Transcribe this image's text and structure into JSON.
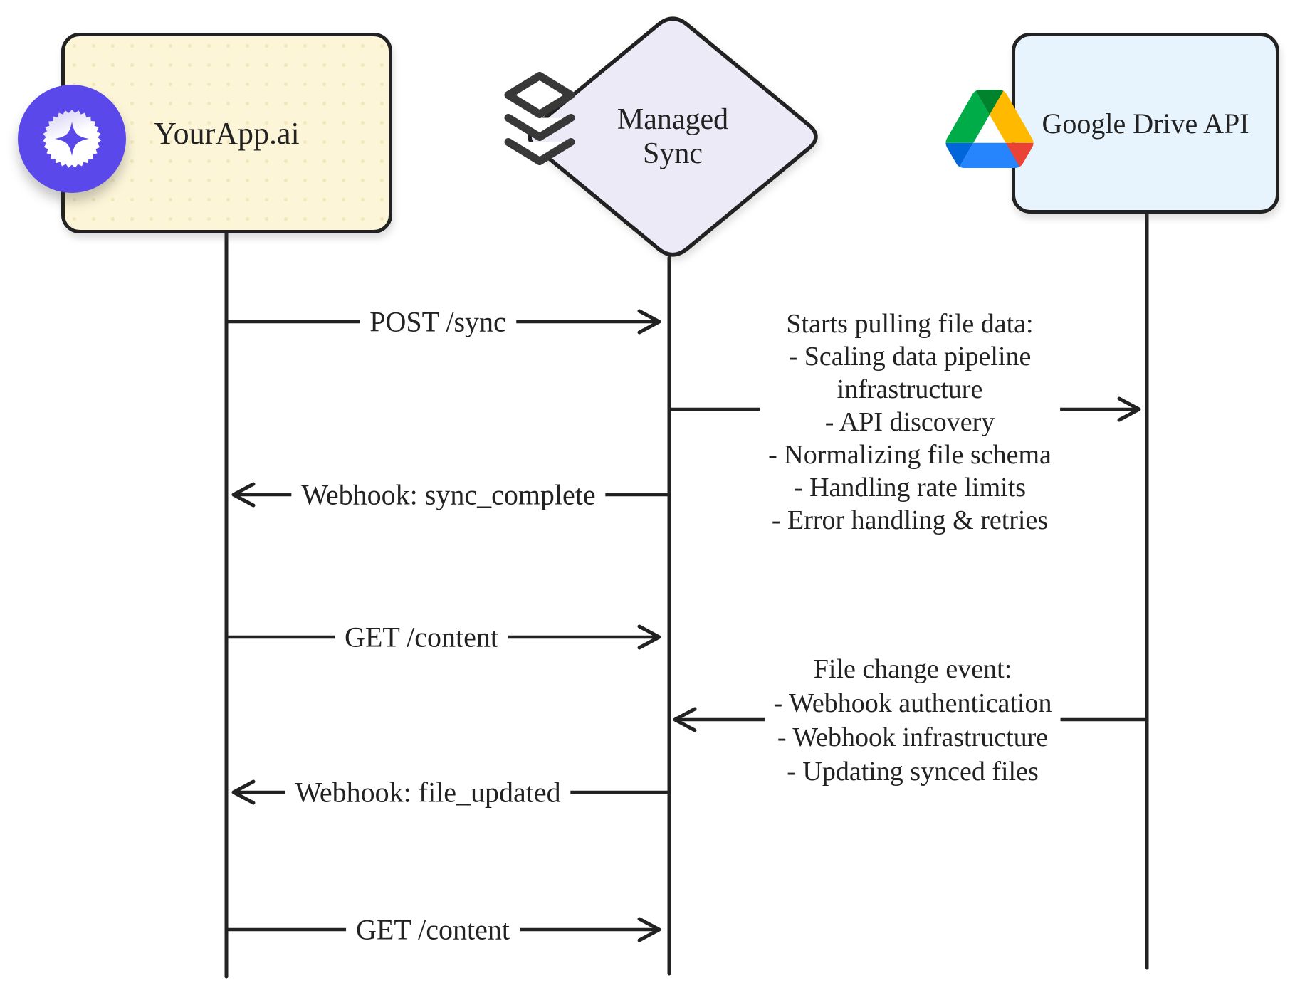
{
  "actors": {
    "yourapp": {
      "label": "YourApp.ai",
      "icon": "sparkle-badge-icon"
    },
    "managed_sync": {
      "label": "Managed Sync",
      "label_lines": [
        "Managed",
        "Sync"
      ],
      "icon": "database-stack-icon"
    },
    "google_drive": {
      "label": "Google Drive API",
      "icon": "google-drive-icon"
    }
  },
  "messages": [
    {
      "from": "yourapp",
      "to": "managed_sync",
      "direction": "right",
      "label": "POST /sync"
    },
    {
      "from": "managed_sync",
      "to": "yourapp",
      "direction": "left",
      "label": "Webhook: sync_complete"
    },
    {
      "from": "yourapp",
      "to": "managed_sync",
      "direction": "right",
      "label": "GET /content"
    },
    {
      "from": "managed_sync",
      "to": "yourapp",
      "direction": "left",
      "label": "Webhook: file_updated"
    },
    {
      "from": "yourapp",
      "to": "managed_sync",
      "direction": "right",
      "label": "GET /content"
    }
  ],
  "unlabeled_arrows": [
    {
      "from": "managed_sync",
      "to": "google_drive",
      "direction": "right"
    },
    {
      "from": "google_drive",
      "to": "managed_sync",
      "direction": "left"
    }
  ],
  "notes": [
    {
      "beside": "managed_sync-to-google_drive",
      "lines": [
        "Starts pulling file data:",
        "- Scaling data pipeline",
        "infrastructure",
        "- API discovery",
        "- Normalizing file schema",
        "- Handling rate limits",
        "- Error handling & retries"
      ]
    },
    {
      "beside": "google_drive-to-managed_sync",
      "lines": [
        "File change event:",
        "- Webhook authentication",
        "- Webhook infrastructure",
        "- Updating synced files"
      ]
    }
  ],
  "colors": {
    "ink": "#222222",
    "yourapp_fill": "#FCF5D8",
    "yourapp_dot": "#F1E7BC",
    "managed_sync_fill": "#ECEAF7",
    "google_drive_fill": "#E7F4FD",
    "accent_purple": "#5B48EA",
    "drive_blue": "#2684FC",
    "drive_dark_blue": "#0066DA",
    "drive_green": "#00AC47",
    "drive_dark_green": "#00832D",
    "drive_yellow": "#FFBA00",
    "drive_red": "#EA4335"
  }
}
